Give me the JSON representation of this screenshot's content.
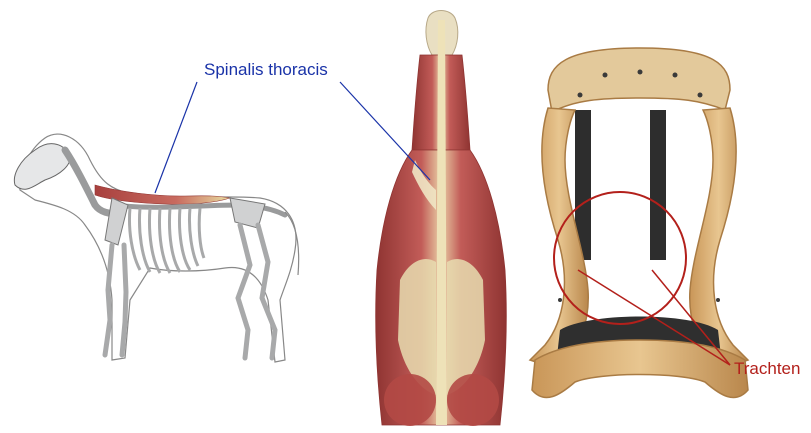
{
  "labels": {
    "spinalis": "Spinalis thoracis",
    "trachten": "Trachten"
  },
  "colors": {
    "pointer_blue": "#1a33a8",
    "pointer_red": "#b3201b",
    "muscle": "#b5504f",
    "muscle_dark": "#8f3432",
    "tendon": "#e7dcae",
    "wood": "#d8b07a",
    "wood_dark": "#a97b44",
    "bone": "#d9dadb",
    "outline": "#555555"
  },
  "illustrations": [
    "horse-skeleton-lateral-view",
    "horse-back-muscles-dorsal-view",
    "saddle-tree-front-view"
  ]
}
